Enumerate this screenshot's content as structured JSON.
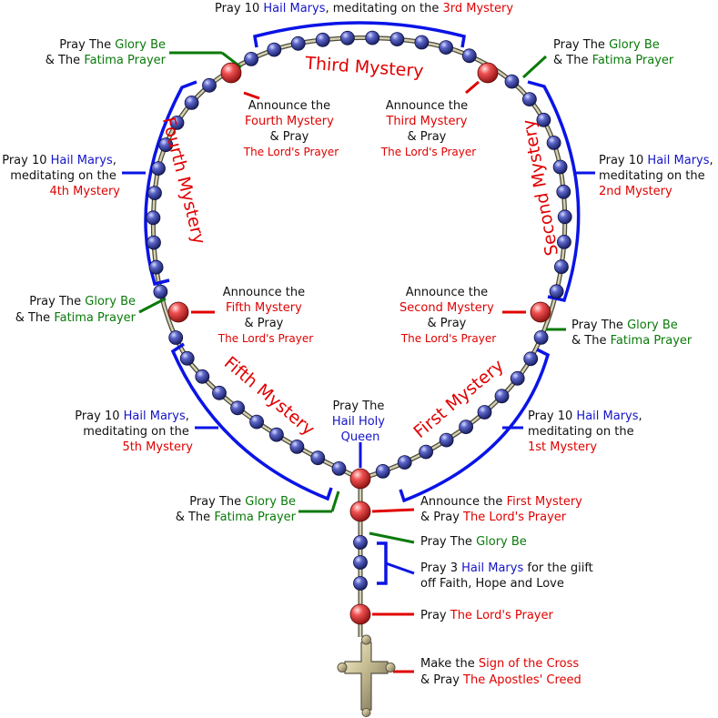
{
  "colors": {
    "black": "#111111",
    "blue": "#1414c8",
    "red": "#e00000",
    "green": "#0a7a0a",
    "bracket_blue": "#0a14e6",
    "chain": "#8c8c76"
  },
  "mysteries": {
    "first": "First Mystery",
    "second": "Second Mystery",
    "third": "Third Mystery",
    "fourth": "Fourth Mystery",
    "fifth": "Fifth Mystery"
  },
  "labels": {
    "top_pray": "Pray 10 ",
    "top_hail": "Hail Marys",
    "top_med": ", meditating on the ",
    "top_3rd": "3rd Mystery",
    "gb_pray": "Pray The ",
    "gb_glory": "Glory Be",
    "gb_amp": "& The ",
    "gb_fatima": "Fatima Prayer",
    "ann_line1": "Announce the",
    "ann_fourth": "Fourth Mystery",
    "ann_third": "Third Mystery",
    "ann_fifth": "Fifth Mystery",
    "ann_second": "Second Mystery",
    "ann_first": "First Mystery",
    "ann_pray": "& Pray",
    "lords": "The Lord's Prayer",
    "p10_line1_a": "Pray 10 ",
    "p10_line1_b": "Hail Marys",
    "p10_line1_c": ",",
    "p10_line2": "meditating on the",
    "m4": "4th Mystery",
    "m2": "2nd Mystery",
    "m5": "5th Mystery",
    "m1": "1st Mystery",
    "holy_1": "Pray The",
    "holy_2": "Hail Holy",
    "holy_3": "Queen",
    "first_ann_a": "Announce the ",
    "first_ann_amp": "& Pray ",
    "glory_only_a": "Pray The ",
    "glory_only_b": "Glory Be",
    "three_a": "Pray 3 ",
    "three_b": "Hail Marys",
    "three_c": " for the giift",
    "three_d": "off Faith, Hope and Love",
    "lp_a": "Pray ",
    "cross_a": "Make the ",
    "cross_b": "Sign of the Cross",
    "cross_c": "& Pray ",
    "cross_d": "The Apostles' Creed"
  }
}
